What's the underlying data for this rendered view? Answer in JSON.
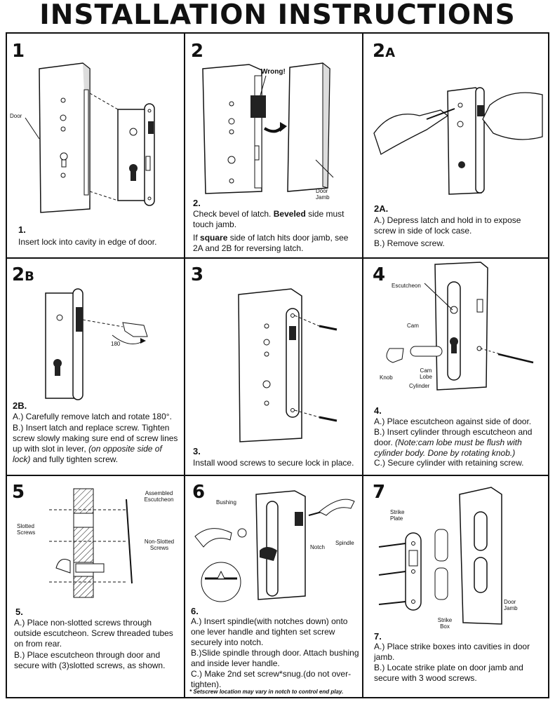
{
  "title": "INSTALLATION INSTRUCTIONS",
  "panels": {
    "p1": {
      "num": "1",
      "labels": {
        "door": "Door"
      },
      "step": "1.",
      "text": "Insert lock into cavity in edge of door."
    },
    "p2": {
      "num": "2",
      "labels": {
        "wrong": "Wrong!",
        "jamb": "Door Jamb"
      },
      "step": "2.",
      "t1": "Check bevel of latch.",
      "t1b": "Beveled",
      "t1c": "side must touch jamb.",
      "t2a": "If",
      "t2b": "square",
      "t2c": "side of latch hits door jamb, see 2A and 2B for reversing latch."
    },
    "p2a": {
      "num": "2",
      "suffix": "A",
      "step": "2A.",
      "a": "A.) Depress latch and hold in to expose screw in side of lock case.",
      "b": "B.) Remove screw."
    },
    "p2b": {
      "num": "2",
      "suffix": "B",
      "labels": {
        "deg": "180"
      },
      "step": "2B.",
      "a": "A.) Carefully remove latch and rotate 180°.",
      "b": "B.) Insert latch and replace screw. Tighten screw slowly making sure end of screw lines up with slot in lever,",
      "bi": "(on opposite side of lock)",
      "bc": "and fully tighten screw."
    },
    "p3": {
      "num": "3",
      "step": "3.",
      "text": "Install wood screws to secure lock in place."
    },
    "p4": {
      "num": "4",
      "labels": {
        "esc": "Escutcheon",
        "cam": "Cam",
        "camlobe": "Cam Lobe",
        "knob": "Knob",
        "cyl": "Cylinder"
      },
      "step": "4.",
      "a": "A.) Place escutcheon against side of door.",
      "b": "B.) Insert cylinder through escutcheon and door.",
      "bi": "(Note:cam lobe must be flush with cylinder body. Done by rotating knob.)",
      "c": "C.) Secure cylinder with retaining screw."
    },
    "p5": {
      "num": "5",
      "labels": {
        "assembled": "Assembled Escutcheon",
        "slotted": "Slotted Screws",
        "nonslotted": "Non-Slotted Screws"
      },
      "step": "5.",
      "a": "A.) Place non-slotted screws through outside escutcheon. Screw threaded tubes on from rear.",
      "b": "B.) Place escutcheon through door and secure with (3)slotted screws, as shown."
    },
    "p6": {
      "num": "6",
      "labels": {
        "bushing": "Bushing",
        "notch": "Notch",
        "spindle": "Spindle"
      },
      "step": "6.",
      "a": "A.) Insert spindle(with notches down) onto one lever handle and tighten set screw securely into notch.",
      "b": "B.)Slide spindle through door. Attach bushing and inside lever handle.",
      "c": "C.) Make 2nd set screw*snug.(do not over-tighten).",
      "note": "* Setscrew location may vary in notch to control end play."
    },
    "p7": {
      "num": "7",
      "labels": {
        "strike": "Strike Plate",
        "box": "Strike Box",
        "jamb": "Door Jamb"
      },
      "step": "7.",
      "a": "A.) Place strike boxes into cavities in door jamb.",
      "b": "B.) Locate strike plate on door jamb and secure with 3 wood screws."
    }
  }
}
